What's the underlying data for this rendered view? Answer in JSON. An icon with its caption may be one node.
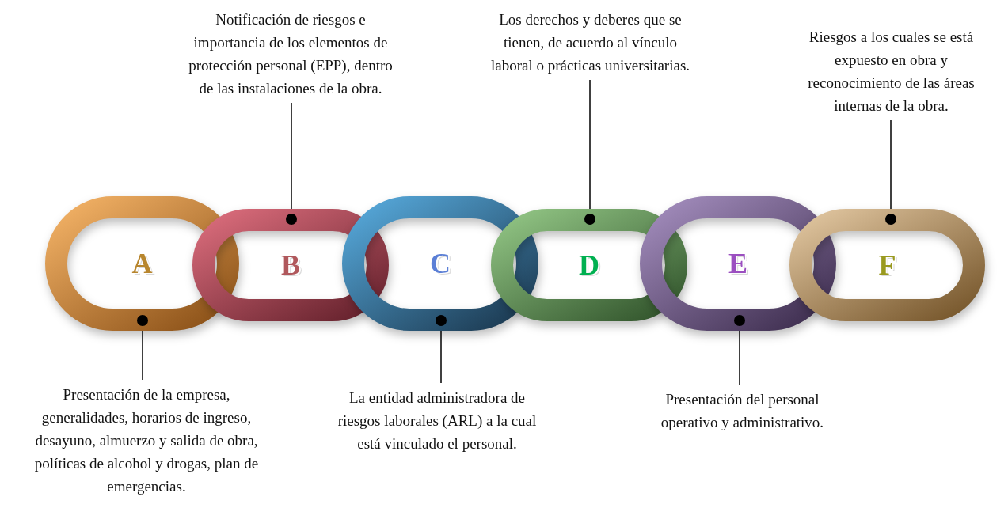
{
  "diagram": {
    "nodes": [
      {
        "text": [
          "A"
        ]
      },
      {
        "text": [
          "B"
        ]
      },
      {
        "text": [
          "C"
        ]
      },
      {
        "text": [
          "D"
        ]
      },
      {
        "text": [
          "E"
        ]
      },
      {
        "text": [
          "F"
        ]
      },
      {
        "text": [
          "Presentación de la empresa, generalidades, horarios de ingreso, desayuno, almuerzo y salida de obra, políticas de alcohol y drogas, plan de emergencias."
        ]
      },
      {
        "text": [
          "Notificación de riesgos e importancia de los elementos de protección personal (EPP), dentro de las instalaciones de la obra."
        ]
      },
      {
        "text": [
          "La entidad administradora de riesgos laborales (ARL) a la cual está vinculado el personal."
        ]
      },
      {
        "text": [
          "Los derechos y deberes que se tienen, de acuerdo al vínculo laboral o prácticas universitarias."
        ]
      },
      {
        "text": [
          "Presentación del personal operativo y administrativo."
        ]
      },
      {
        "text": [
          "Riesgos a los cuales se está expuesto en obra y reconocimiento de las áreas internas de la obra."
        ]
      }
    ],
    "edges": [
      {
        "from": 6,
        "to": 0,
        "arrow": "other"
      },
      {
        "from": 7,
        "to": 1,
        "arrow": "other"
      },
      {
        "from": 8,
        "to": 2,
        "arrow": "other"
      },
      {
        "from": 9,
        "to": 3,
        "arrow": "other"
      },
      {
        "from": 10,
        "to": 4,
        "arrow": "other"
      },
      {
        "from": 11,
        "to": 5,
        "arrow": "other"
      }
    ]
  }
}
